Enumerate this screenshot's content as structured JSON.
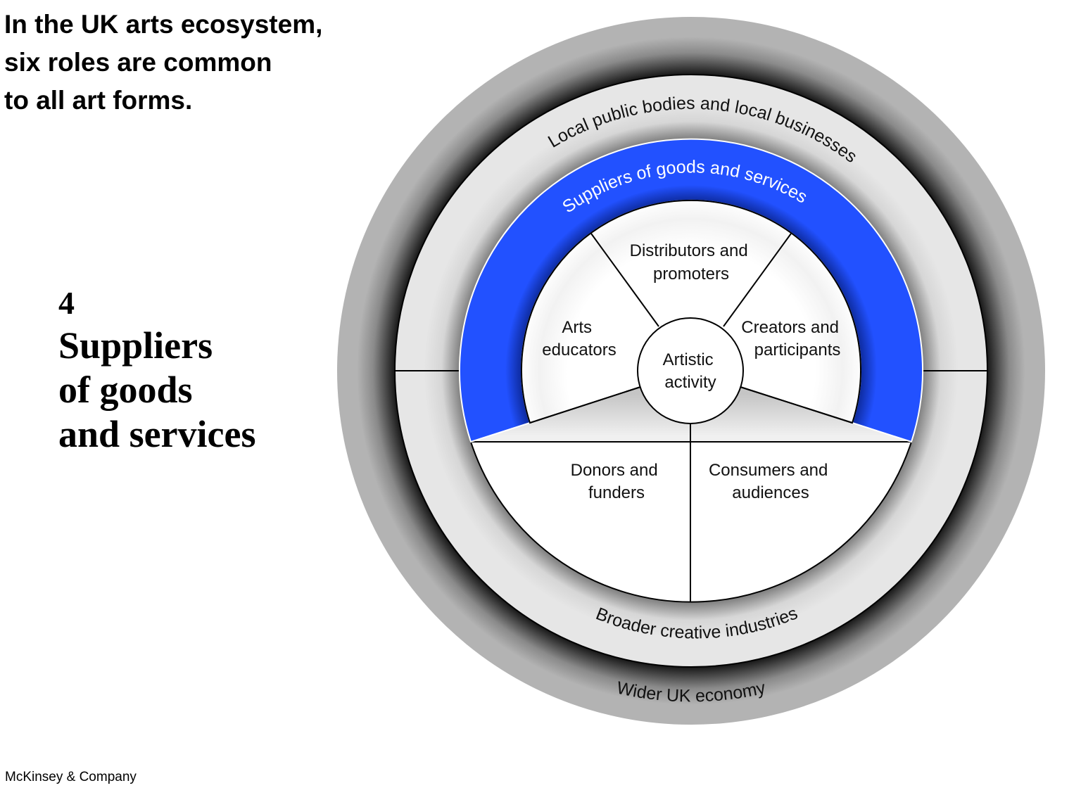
{
  "headline": {
    "lines": [
      "In the UK arts ecosystem,",
      "six roles are common",
      "to all art forms."
    ]
  },
  "role_highlight": {
    "number": "4",
    "name_lines": [
      "Suppliers",
      "of goods",
      "and services"
    ]
  },
  "diagram": {
    "outer_ring": "Wider UK  economy",
    "middle_ring_top": "Local public bodies and local businesses",
    "middle_ring_bottom": "Broader creative industries",
    "highlighted_ring": "Suppliers of goods and services",
    "center": [
      "Artistic",
      "activity"
    ],
    "segments": {
      "distributors": [
        "Distributors and",
        "promoters"
      ],
      "educators": [
        "Arts",
        "educators"
      ],
      "creators": [
        "Creators and",
        "participants"
      ],
      "donors": [
        "Donors and",
        "funders"
      ],
      "consumers": [
        "Consumers and",
        "audiences"
      ]
    },
    "colors": {
      "outer_ring": "#b3b3b3",
      "middle_ring": "#e6e6e6",
      "highlight": "#2251ff",
      "segment": "#ffffff",
      "line": "#000000"
    }
  },
  "footer": "McKinsey & Company"
}
